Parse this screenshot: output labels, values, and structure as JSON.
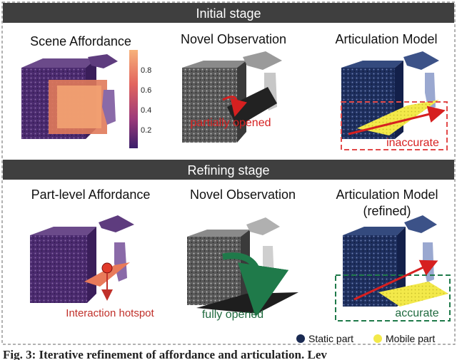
{
  "initial": {
    "title": "Initial stage",
    "panels": [
      {
        "title": "Scene Affordance"
      },
      {
        "title": "Novel Observation",
        "annotation": "partially opened"
      },
      {
        "title": "Articulation Model",
        "annotation": "inaccurate"
      }
    ],
    "colorbar_ticks": [
      "0.8",
      "0.6",
      "0.4",
      "0.2"
    ]
  },
  "refining": {
    "title": "Refining stage",
    "panels": [
      {
        "title": "Part-level Affordance",
        "annotation": "Interaction hotspot"
      },
      {
        "title": "Novel Observation",
        "annotation": "fully opened"
      },
      {
        "title": "Articulation Model",
        "subtitle": "(refined)",
        "annotation": "accurate"
      }
    ]
  },
  "legend": {
    "static": {
      "label": "Static part",
      "color": "#1a2a52"
    },
    "mobile": {
      "label": "Mobile part",
      "color": "#f3e94a"
    }
  },
  "caption": "Fig. 3:  Iterative refinement of affordance and articulation. Lev"
}
